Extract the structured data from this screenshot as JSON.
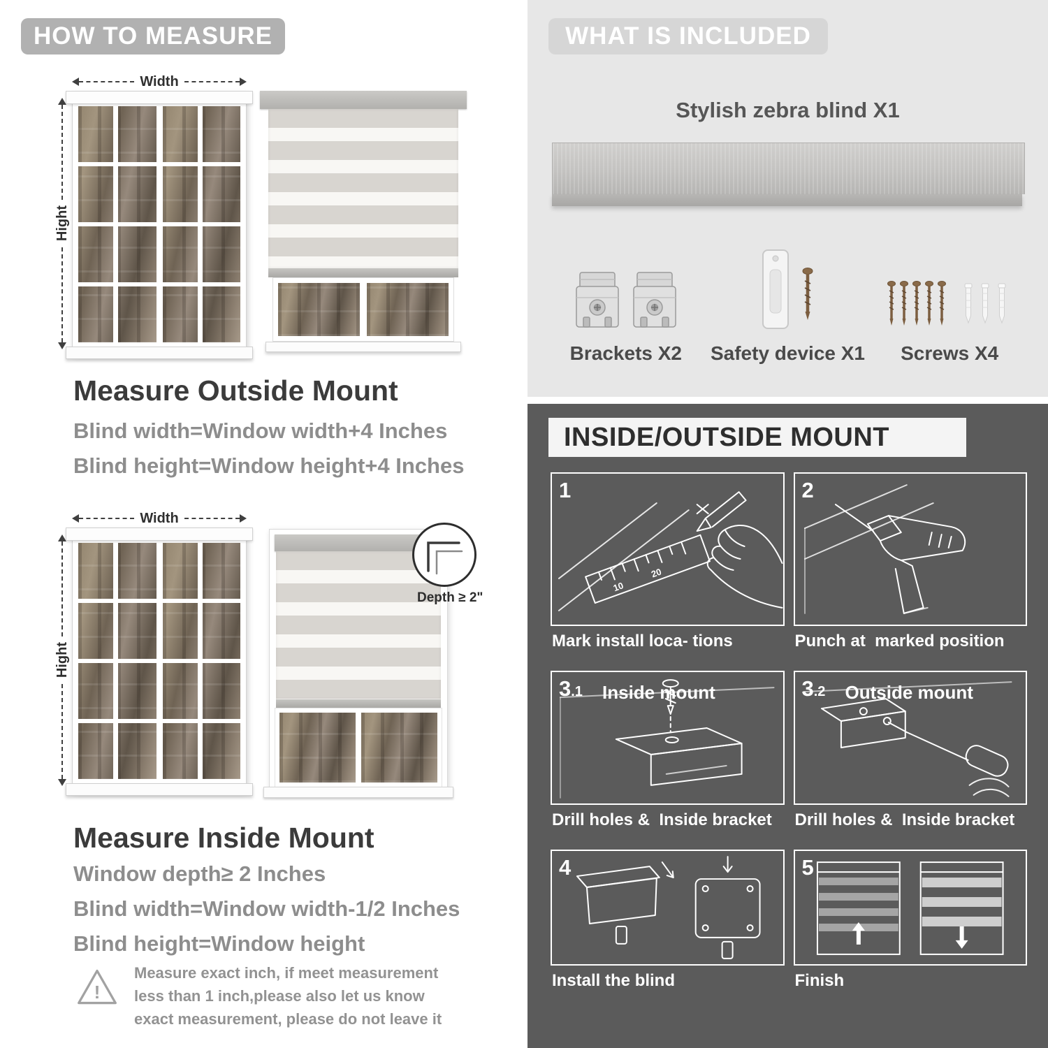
{
  "left": {
    "header": "HOW TO MEASURE",
    "outside": {
      "width_label": "Width",
      "height_label": "Hight",
      "title": "Measure Outside Mount",
      "line1": "Blind width=Window width+4 Inches",
      "line2": "Blind height=Window height+4 Inches"
    },
    "inside": {
      "width_label": "Width",
      "height_label": "Hight",
      "depth_label": "Depth ≥ 2\"",
      "title": "Measure Inside Mount",
      "line1": "Window depth≥ 2 Inches",
      "line2": "Blind width=Window width-1/2 Inches",
      "line3": "Blind height=Window height"
    },
    "warning": {
      "icon_char": "!",
      "text": "Measure exact inch, if meet measurement less than 1 inch,please also let us know exact measurement, please do not leave it"
    }
  },
  "right": {
    "included": {
      "header": "WHAT IS INCLUDED",
      "blind_label": "Stylish zebra blind X1",
      "brackets_label": "Brackets X2",
      "safety_label": "Safety device X1",
      "screws_label": "Screws X4"
    },
    "mount": {
      "header": "INSIDE/OUTSIDE MOUNT",
      "ruler_marks": [
        "10",
        "20"
      ],
      "steps": [
        {
          "num": "1",
          "caption": "Mark install loca- tions"
        },
        {
          "num": "2",
          "caption": "Punch at  marked position"
        },
        {
          "num": "3",
          "sub": ".1",
          "label": "Inside mount",
          "caption": "Drill holes &  Inside bracket"
        },
        {
          "num": "3",
          "sub": ".2",
          "label": "Outside mount",
          "caption": "Drill holes &  Inside bracket"
        },
        {
          "num": "4",
          "caption": "Install the blind"
        },
        {
          "num": "5",
          "caption": "Finish"
        }
      ]
    }
  },
  "colors": {
    "left_pill": "#b1b1b1",
    "right_pill": "#d6d6d6",
    "light_panel": "#e7e7e7",
    "dark_panel": "#5b5b5b",
    "heading_text": "#3b3b3b",
    "body_text": "#8d8d8d",
    "caption_text": "#ffffff"
  }
}
